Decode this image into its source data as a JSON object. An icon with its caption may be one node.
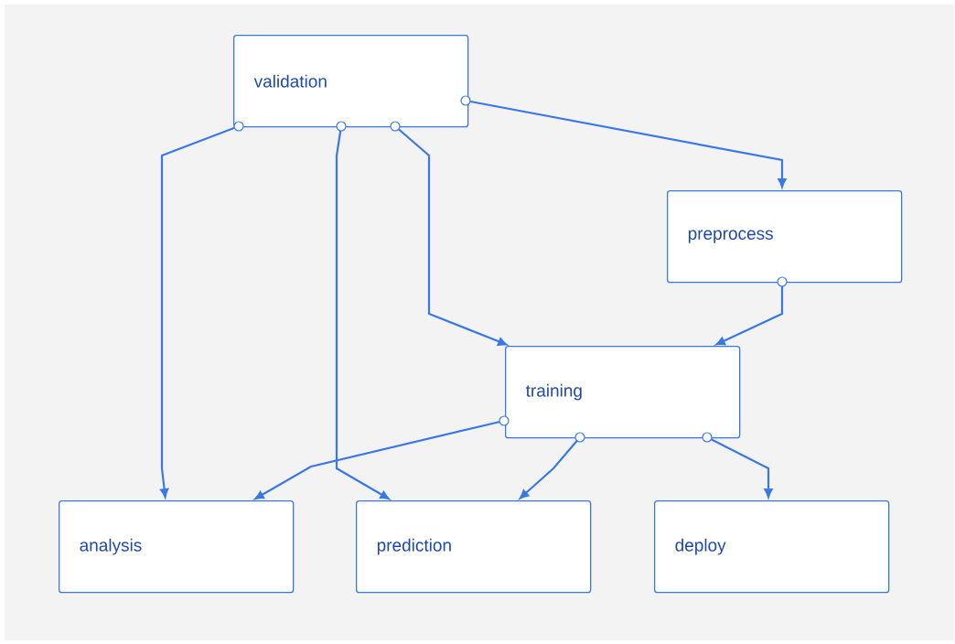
{
  "diagram": {
    "nodes": [
      {
        "text": [
          "validation"
        ]
      },
      {
        "text": [
          "preprocess"
        ]
      },
      {
        "text": [
          "training"
        ]
      },
      {
        "text": [
          "analysis"
        ]
      },
      {
        "text": [
          "prediction"
        ]
      },
      {
        "text": [
          "deploy"
        ]
      }
    ],
    "edges": [
      {
        "from": 0,
        "to": 3,
        "arrow": "to"
      },
      {
        "from": 0,
        "to": 4,
        "arrow": "to"
      },
      {
        "from": 0,
        "to": 2,
        "arrow": "to"
      },
      {
        "from": 0,
        "to": 1,
        "arrow": "to"
      },
      {
        "from": 1,
        "to": 2,
        "arrow": "to"
      },
      {
        "from": 2,
        "to": 3,
        "arrow": "to"
      },
      {
        "from": 2,
        "to": 4,
        "arrow": "to"
      },
      {
        "from": 2,
        "to": 5,
        "arrow": "to"
      }
    ]
  }
}
